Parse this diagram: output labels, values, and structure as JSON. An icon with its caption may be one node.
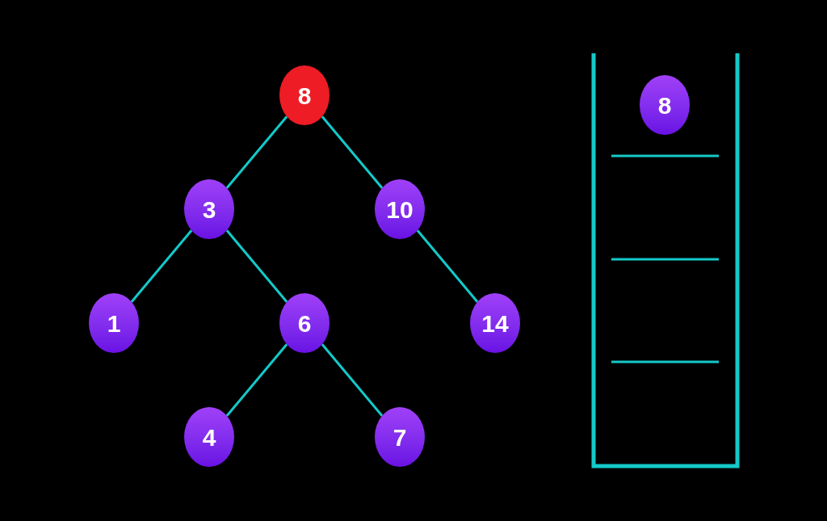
{
  "diagram": {
    "nodes": [
      {
        "text": [
          "8"
        ]
      },
      {
        "text": [
          "3"
        ]
      },
      {
        "text": [
          "10"
        ]
      },
      {
        "text": [
          "1"
        ]
      },
      {
        "text": [
          "6"
        ]
      },
      {
        "text": [
          "14"
        ]
      },
      {
        "text": [
          "4"
        ]
      },
      {
        "text": [
          "7"
        ]
      },
      {
        "text": [],
        "shape": "box"
      },
      {
        "text": [
          "8"
        ],
        "in": 8
      }
    ],
    "edges": [
      {
        "from": 0,
        "to": 1,
        "arrow": "none"
      },
      {
        "from": 0,
        "to": 2,
        "arrow": "none"
      },
      {
        "from": 1,
        "to": 3,
        "arrow": "none"
      },
      {
        "from": 1,
        "to": 4,
        "arrow": "none"
      },
      {
        "from": 2,
        "to": 5,
        "arrow": "none"
      },
      {
        "from": 4,
        "to": 6,
        "arrow": "none"
      },
      {
        "from": 4,
        "to": 7,
        "arrow": "none"
      }
    ]
  }
}
